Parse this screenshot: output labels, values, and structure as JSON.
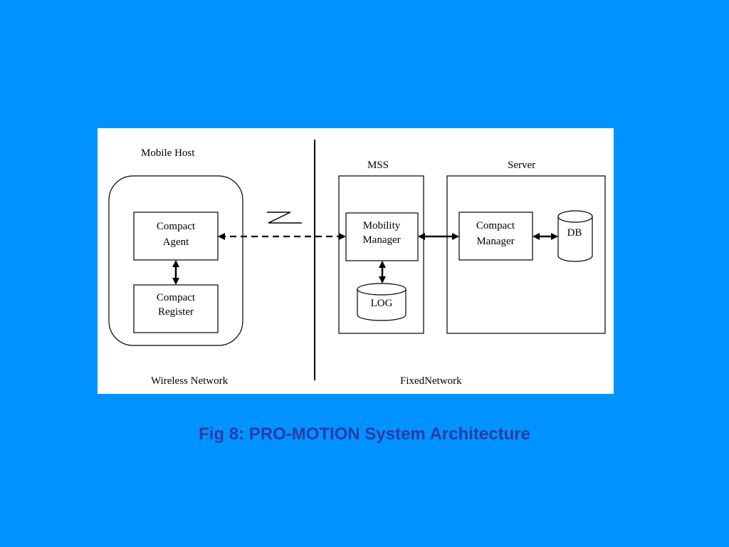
{
  "colors": {
    "background": "#0093FF",
    "panel": "#FFFFFF",
    "caption": "#2F3AA8",
    "ink": "#000000"
  },
  "diagram": {
    "regions": {
      "mobile_host": "Mobile Host",
      "mss": "MSS",
      "server": "Server",
      "wireless_network": "Wireless Network",
      "fixed_network": "FixedNetwork"
    },
    "components": {
      "compact_agent": [
        "Compact",
        "Agent"
      ],
      "compact_register": [
        "Compact",
        "Register"
      ],
      "mobility_manager": [
        "Mobility",
        "Manager"
      ],
      "compact_manager": [
        "Compact",
        "Manager"
      ],
      "log_store": "LOG",
      "db_store": "DB"
    },
    "connections": [
      {
        "from": "compact_agent",
        "to": "mobility_manager",
        "style": "dashed",
        "direction": "bidirectional"
      },
      {
        "from": "compact_agent",
        "to": "compact_register",
        "style": "solid",
        "direction": "bidirectional"
      },
      {
        "from": "mobility_manager",
        "to": "log_store",
        "style": "solid",
        "direction": "bidirectional"
      },
      {
        "from": "mobility_manager",
        "to": "compact_manager",
        "style": "solid",
        "direction": "bidirectional"
      },
      {
        "from": "compact_manager",
        "to": "db_store",
        "style": "solid",
        "direction": "bidirectional"
      }
    ],
    "wireless_symbol": "zigzag-icon"
  },
  "caption": "Fig 8: PRO-MOTION System Architecture"
}
